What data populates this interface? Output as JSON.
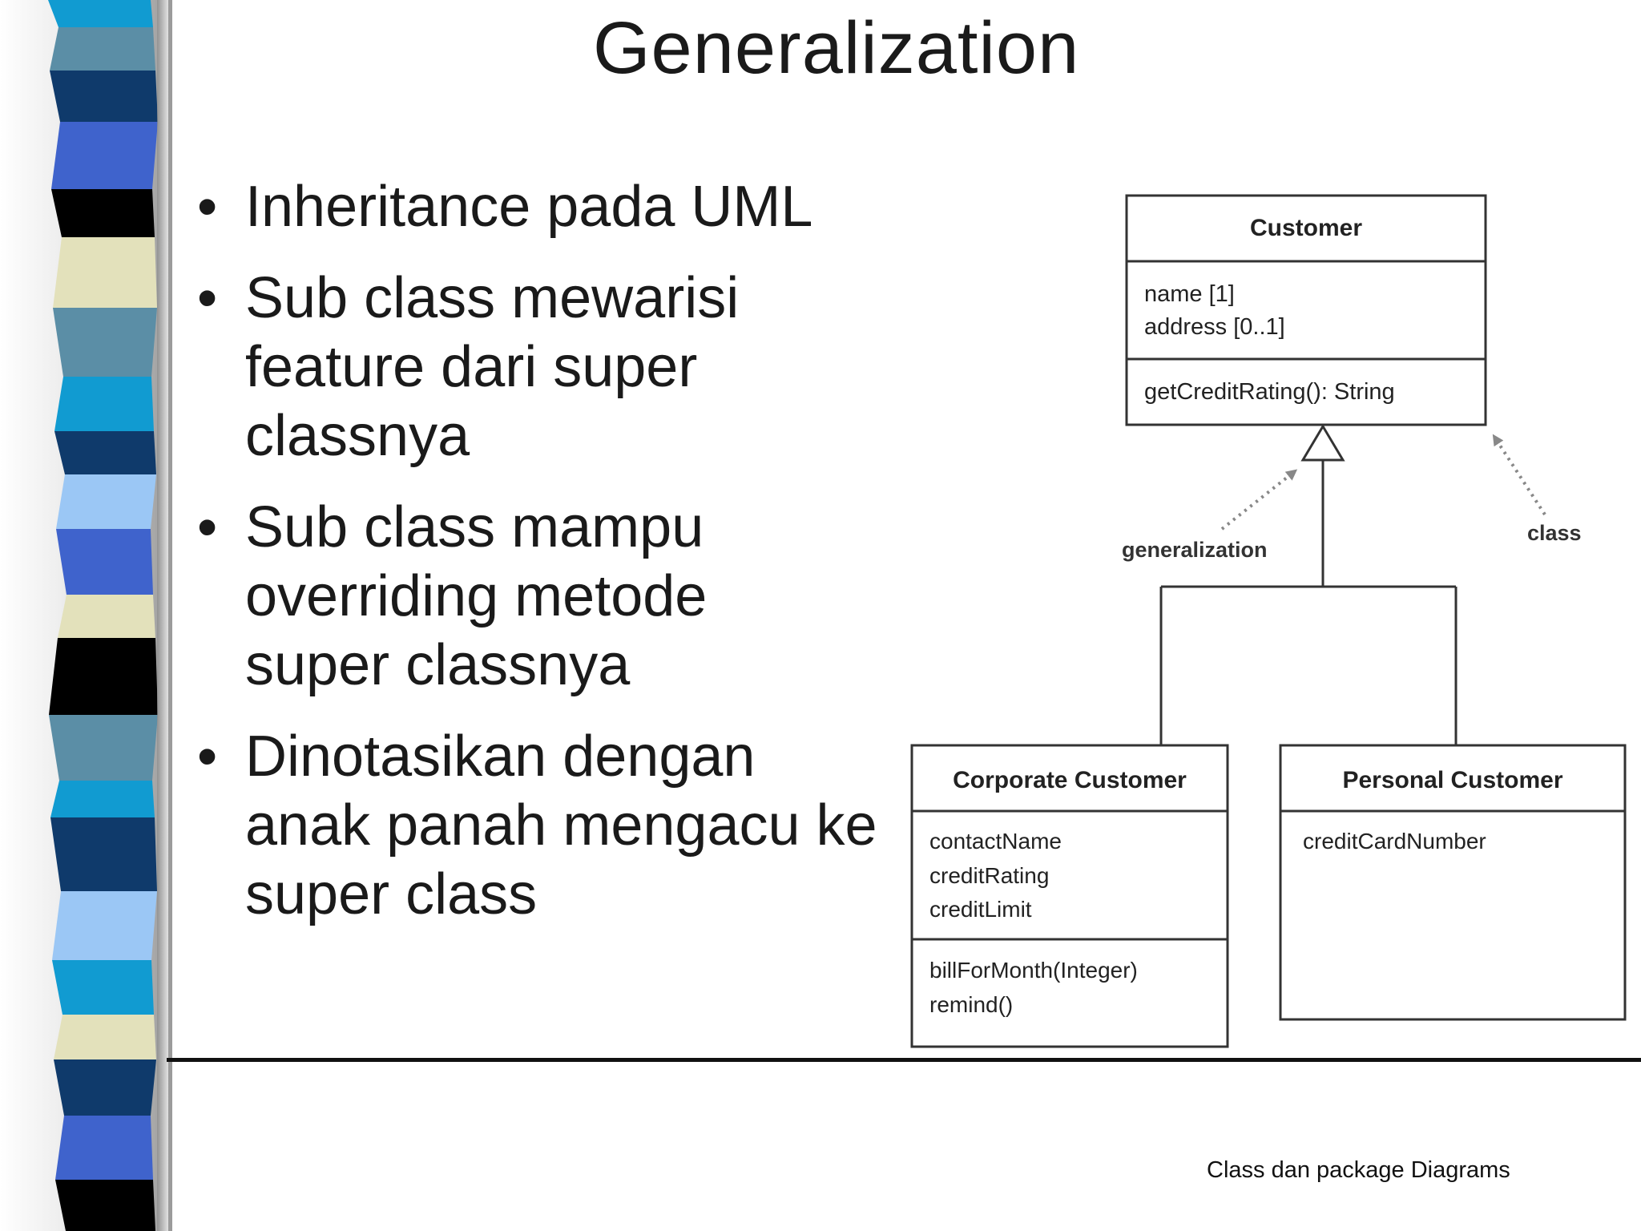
{
  "slide": {
    "title": "Generalization",
    "bullets": [
      {
        "marker": "•",
        "text": "Inheritance pada UML"
      },
      {
        "marker": "•",
        "text": "Sub class mewarisi feature dari super classnya"
      },
      {
        "marker": "•",
        "text": "Sub class mampu overriding metode super classnya"
      },
      {
        "marker": "•",
        "text": "Dinotasikan dengan anak panah mengacu ke super class"
      }
    ],
    "footer": "Class dan package Diagrams"
  },
  "diagram": {
    "superclass": {
      "name": "Customer",
      "attributes": [
        "name [1]",
        "address [0..1]"
      ],
      "operations": [
        "getCreditRating(): String"
      ]
    },
    "subclasses": [
      {
        "name": "Corporate Customer",
        "attributes": [
          "contactName",
          "creditRating",
          "creditLimit"
        ],
        "operations": [
          "billForMonth(Integer)",
          "remind()"
        ]
      },
      {
        "name": "Personal Customer",
        "attributes": [
          "creditCardNumber"
        ],
        "operations": []
      }
    ],
    "annotations": {
      "generalization": "generalization",
      "class": "class"
    }
  },
  "colors": {
    "stripes": [
      "#5b8ea6",
      "#0f3a6b",
      "#3f63cc",
      "#000000",
      "#e3e1bb",
      "#119bd1",
      "#9bc7f5",
      "#000000"
    ],
    "line": "#333333",
    "annotation_arrow": "#888888"
  }
}
